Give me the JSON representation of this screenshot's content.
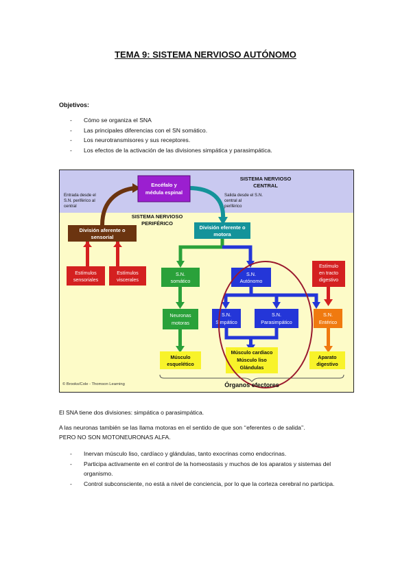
{
  "title": "TEMA 9: SISTEMA NERVIOSO AUTÓNOMO",
  "objectives_label": "Objetivos:",
  "objectives": [
    "Cómo se organiza el SNA",
    "Las principales diferencias con el SN somático.",
    "Los neurotransmisores y sus receptores.",
    "Los efectos de la activación de las divisiones simpática y parasimpática."
  ],
  "figure": {
    "cns_label_1": "SISTEMA NERVIOSO",
    "cns_label_2": "CENTRAL",
    "pns_label_1": "SISTEMA NERVIOSO",
    "pns_label_2": "PERIFÉRICO",
    "brain_1": "Encéfalo y",
    "brain_2": "médula espinal",
    "input_1": "Entrada desde el",
    "input_2": "S.N. periférico al",
    "input_3": "central",
    "output_1": "Salida desde el S.N.",
    "output_2": "central al",
    "output_3": "periférico",
    "afferent_1": "División aferente o",
    "afferent_2": "sensorial",
    "efferent_1": "División eferente o",
    "efferent_2": "motora",
    "sensory_1": "Estímulos",
    "sensory_2": "sensoriales",
    "visceral_1": "Estímulos",
    "visceral_2": "viscerales",
    "somatic_1": "S.N.",
    "somatic_2": "somático",
    "autonomic_1": "S.N.",
    "autonomic_2": "Autónomo",
    "gut_stim_1": "Estímulo",
    "gut_stim_2": "en tracto",
    "gut_stim_3": "digestivo",
    "motor_1": "Neuronas",
    "motor_2": "motoras",
    "symp_1": "S.N.",
    "symp_2": "Simpático",
    "para_1": "S.N.",
    "para_2": "Parasimpático",
    "enteric_1": "S.N.",
    "enteric_2": "Entérico",
    "skeletal_1": "Músculo",
    "skeletal_2": "esquelético",
    "effectors_1": "Músculo cardiaco",
    "effectors_2": "Músculo liso",
    "effectors_3": "Glándulas",
    "digestive_1": "Aparato",
    "digestive_2": "digestivo",
    "credit": "© Brooks/Cole - Thomson Learning",
    "organs": "Órganos efectores",
    "colors": {
      "cns_bg": "#c9c9f0",
      "pns_bg": "#fdfbc8",
      "brain": "#9b1fd0",
      "afferent": "#6b3410",
      "efferent": "#14939a",
      "red": "#d42020",
      "green": "#2aa13a",
      "blue": "#2436d8",
      "orange": "#f07a10",
      "yellow": "#f8f32a",
      "oval": "#9a1a2e"
    }
  },
  "p1": "El SNA tiene dos divisiones: simpática o parasimpática.",
  "p2_line1": "A las neuronas también se las llama motoras en el sentido de que son ‘‘eferentes o de salida’’.",
  "p2_line2": "PERO NO SON MOTONEURONAS ALFA.",
  "bullets2": [
    "Inervan músculo liso, cardíaco y glándulas, tanto exocrinas como endocrinas.",
    "Participa activamente en el control de la homeostasis y muchos de los aparatos y sistemas del organismo.",
    "Control subconsciente, no está a nivel de conciencia, por lo que la corteza cerebral no participa."
  ]
}
